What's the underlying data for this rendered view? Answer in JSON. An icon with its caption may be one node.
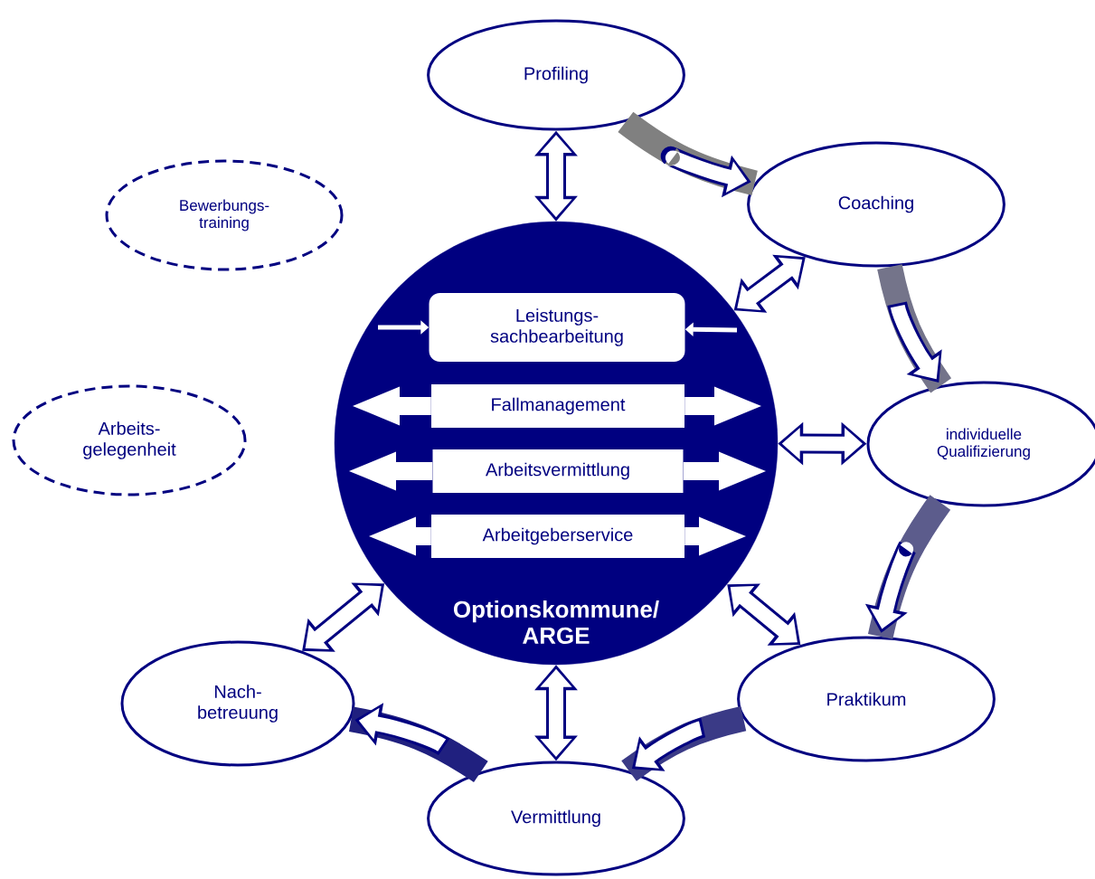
{
  "diagram": {
    "nodes": [
      {
        "text": [
          "Profiling"
        ]
      },
      {
        "text": [
          "Coaching"
        ]
      },
      {
        "text": [
          "individuelle Qualifizierung"
        ]
      },
      {
        "text": [
          "Praktikum"
        ]
      },
      {
        "text": [
          "Vermittlung"
        ]
      },
      {
        "text": [
          "Nach- betreuung"
        ]
      },
      {
        "text": [
          "Bewerbungs- training"
        ]
      },
      {
        "text": [
          "Arbeits- gelegenheit"
        ]
      },
      {
        "text": [
          "Optionskommune/ ARGE"
        ]
      },
      {
        "text": [
          "Leistungs- sachbearbeitung"
        ],
        "in": 8
      },
      {
        "text": [
          "Fallmanagement"
        ],
        "in": 8
      },
      {
        "text": [
          "Arbeitsvermittlung"
        ],
        "in": 8
      },
      {
        "text": [
          "Arbeitgeberservice"
        ],
        "in": 8
      }
    ],
    "edges": [
      {
        "from": 0,
        "to": 1,
        "arrow": "to",
        "color": "#808080"
      },
      {
        "from": 1,
        "to": 2,
        "arrow": "to",
        "color": "#74748a"
      },
      {
        "from": 2,
        "to": 3,
        "arrow": "to",
        "color": "#5c5c8c"
      },
      {
        "from": 3,
        "to": 4,
        "arrow": "to",
        "color": "#3a3a86"
      },
      {
        "from": 4,
        "to": 5,
        "arrow": "to",
        "color": "#20207f"
      },
      {
        "from": 0,
        "to": 8,
        "arrow": "both"
      },
      {
        "from": 1,
        "to": 8,
        "arrow": "both"
      },
      {
        "from": 2,
        "to": 8,
        "arrow": "both"
      },
      {
        "from": 3,
        "to": 8,
        "arrow": "both"
      },
      {
        "from": 4,
        "to": 8,
        "arrow": "both"
      },
      {
        "from": 5,
        "to": 8,
        "arrow": "both"
      },
      {
        "from": null,
        "to": 9,
        "arrow": "to",
        "color": "#ffffff"
      },
      {
        "from": null,
        "to": 9,
        "arrow": "to",
        "color": "#ffffff"
      },
      {
        "from": 10,
        "to": null,
        "arrow": "to",
        "color": "#ffffff"
      },
      {
        "from": 10,
        "to": null,
        "arrow": "to",
        "color": "#ffffff"
      },
      {
        "from": 11,
        "to": null,
        "arrow": "to",
        "color": "#ffffff"
      },
      {
        "from": 11,
        "to": null,
        "arrow": "to",
        "color": "#ffffff"
      },
      {
        "from": 12,
        "to": null,
        "arrow": "to",
        "color": "#ffffff"
      },
      {
        "from": 12,
        "to": null,
        "arrow": "to",
        "color": "#ffffff"
      }
    ]
  }
}
